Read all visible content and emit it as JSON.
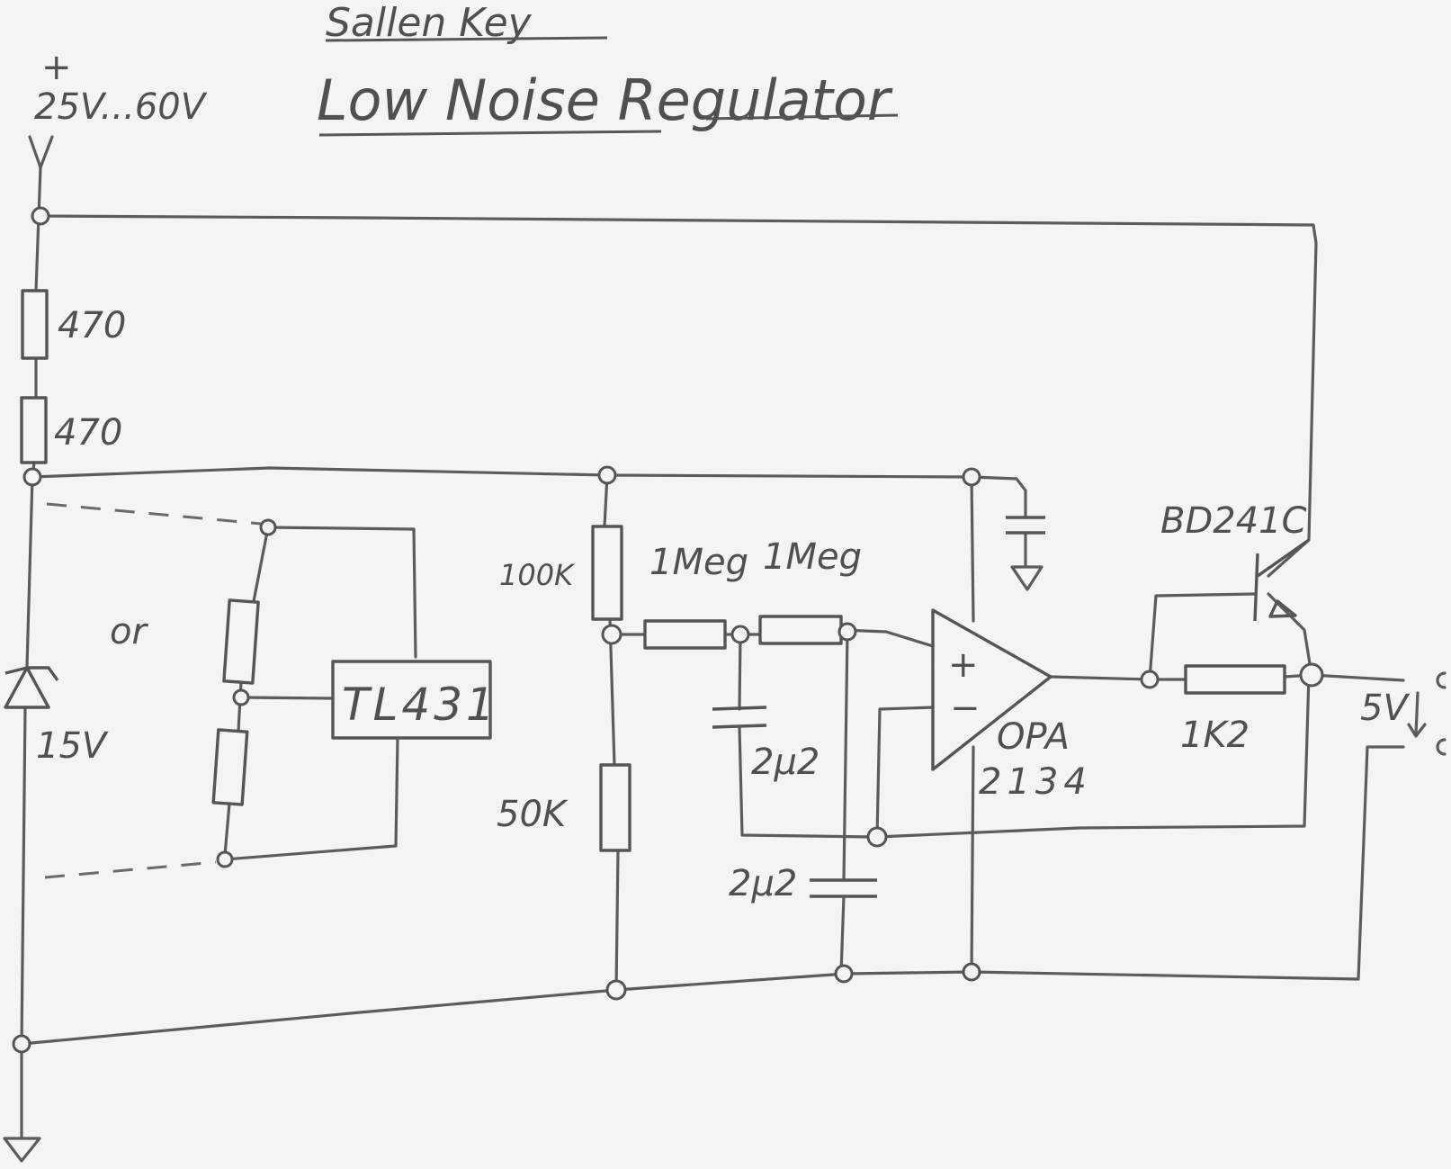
{
  "title": {
    "line1": "Sallen Key",
    "line2": "Low Noise Regulator"
  },
  "supply": {
    "plus": "+",
    "range": "25V...60V"
  },
  "components": {
    "r_top1": "470",
    "r_top2": "470",
    "or_text": "or",
    "zener": "15V",
    "shunt_ref": "TL431",
    "r_div_top": "100K",
    "r_div_bot": "50K",
    "r_sk1": "1Meg",
    "r_sk2": "1Meg",
    "c_sk1": "2µ2",
    "c_sk2": "2µ2",
    "opamp_plus": "+",
    "opamp_minus": "−",
    "opamp_name1": "OPA",
    "opamp_name2": "2134",
    "transistor": "BD241C",
    "r_base": "1K2",
    "output": "5V"
  },
  "colors": {
    "paper": "#f4f4f2",
    "pencil": "#555555"
  }
}
